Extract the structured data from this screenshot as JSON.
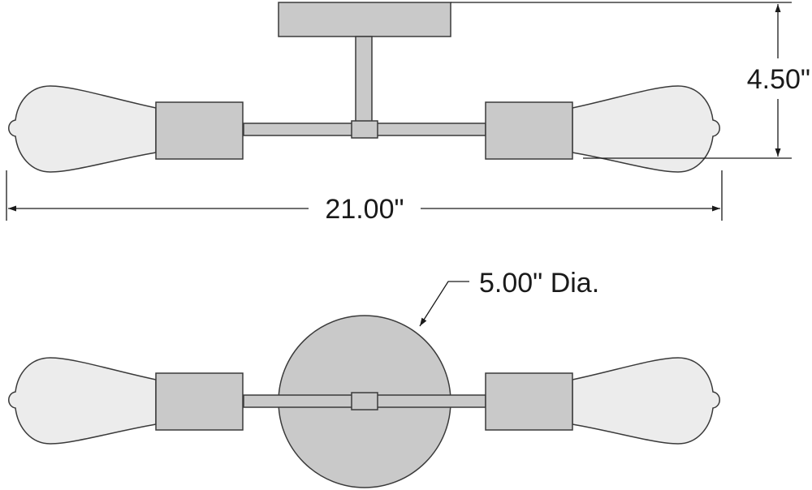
{
  "dimensions": {
    "height": "4.50\"",
    "width": "21.00\"",
    "canopy_diameter": "5.00\" Dia."
  },
  "colors": {
    "stroke": "#3a3a3a",
    "part_fill": "#c9c9c9",
    "bulb_fill": "#ececec",
    "background": "#ffffff"
  }
}
